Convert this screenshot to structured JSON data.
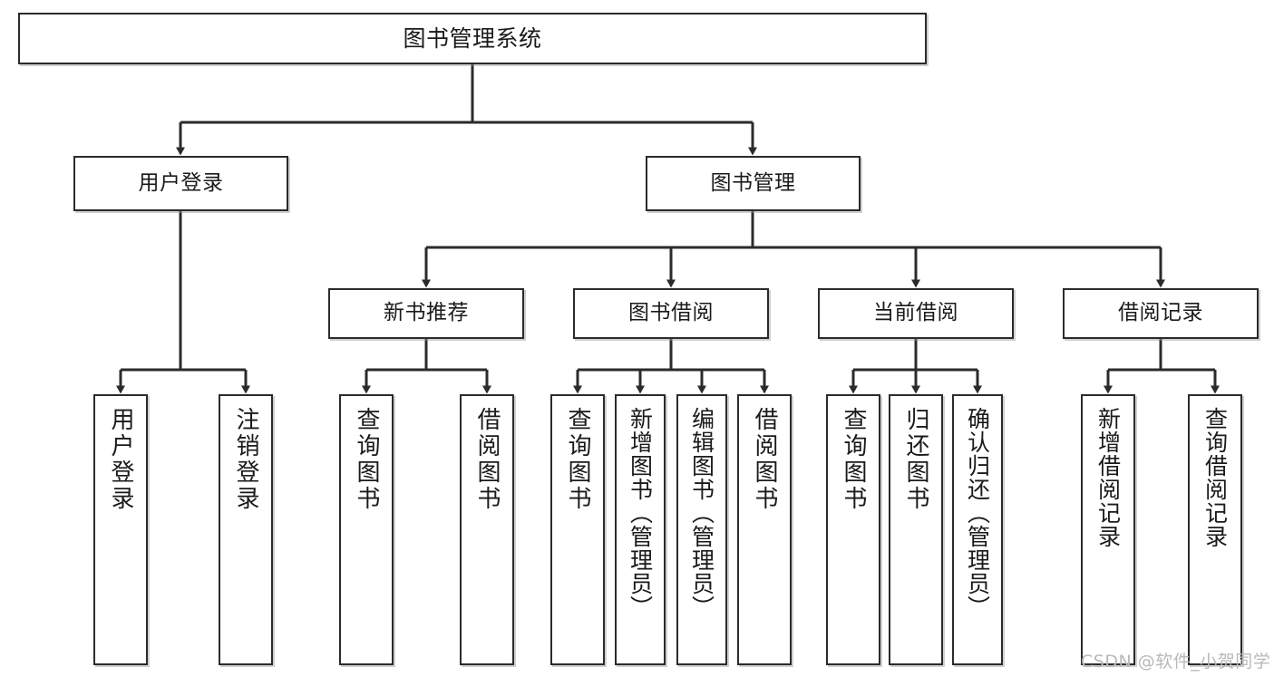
{
  "diagram": {
    "title": "图书管理系统",
    "type": "hierarchy-tree",
    "levels": 4,
    "root": {
      "id": "root",
      "label": "图书管理系统",
      "orientation": "horizontal"
    },
    "level2": [
      {
        "id": "user-login",
        "label": "用户登录",
        "orientation": "horizontal"
      },
      {
        "id": "book-manage",
        "label": "图书管理",
        "orientation": "horizontal"
      }
    ],
    "level3": [
      {
        "id": "new-book-recommend",
        "label": "新书推荐",
        "orientation": "horizontal",
        "parent": "book-manage"
      },
      {
        "id": "book-borrow",
        "label": "图书借阅",
        "orientation": "horizontal",
        "parent": "book-manage"
      },
      {
        "id": "current-borrow",
        "label": "当前借阅",
        "orientation": "horizontal",
        "parent": "book-manage"
      },
      {
        "id": "borrow-record",
        "label": "借阅记录",
        "orientation": "horizontal",
        "parent": "book-manage"
      }
    ],
    "leaves": [
      {
        "id": "leaf-user-login",
        "label": "用户登录",
        "parent": "user-login",
        "orientation": "vertical"
      },
      {
        "id": "leaf-user-logout",
        "label": "注销登录",
        "parent": "user-login",
        "orientation": "vertical"
      },
      {
        "id": "leaf-query-book-1",
        "label": "查询图书",
        "parent": "new-book-recommend",
        "orientation": "vertical"
      },
      {
        "id": "leaf-borrow-book-1",
        "label": "借阅图书",
        "parent": "new-book-recommend",
        "orientation": "vertical"
      },
      {
        "id": "leaf-query-book-2",
        "label": "查询图书",
        "parent": "book-borrow",
        "orientation": "vertical"
      },
      {
        "id": "leaf-add-book",
        "label": "新增图书（管理员）",
        "parent": "book-borrow",
        "orientation": "vertical"
      },
      {
        "id": "leaf-edit-book",
        "label": "编辑图书（管理员）",
        "parent": "book-borrow",
        "orientation": "vertical"
      },
      {
        "id": "leaf-borrow-book-2",
        "label": "借阅图书",
        "parent": "book-borrow",
        "orientation": "vertical"
      },
      {
        "id": "leaf-query-book-3",
        "label": "查询图书",
        "parent": "current-borrow",
        "orientation": "vertical"
      },
      {
        "id": "leaf-return-book",
        "label": "归还图书",
        "parent": "current-borrow",
        "orientation": "vertical"
      },
      {
        "id": "leaf-confirm-return",
        "label": "确认归还（管理员）",
        "parent": "current-borrow",
        "orientation": "vertical"
      },
      {
        "id": "leaf-add-record",
        "label": "新增借阅记录",
        "parent": "borrow-record",
        "orientation": "vertical"
      },
      {
        "id": "leaf-query-record",
        "label": "查询借阅记录",
        "parent": "borrow-record",
        "orientation": "vertical"
      }
    ],
    "watermark": "CSDN @软件_小贺同学",
    "colors": {
      "border": "#2b2b2b",
      "background": "#ffffff",
      "text": "#1a1a1a",
      "edge": "#2b2b2b",
      "watermark": "#b9b9b9"
    }
  }
}
